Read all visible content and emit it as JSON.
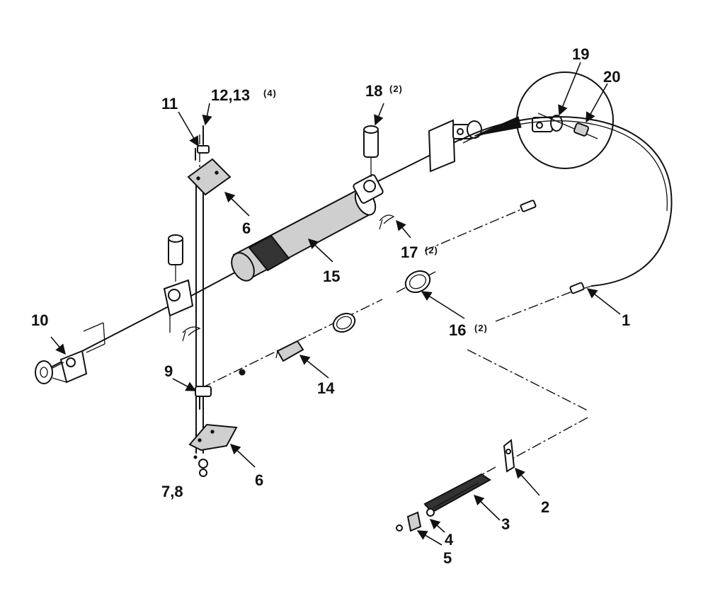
{
  "callouts": {
    "c1": "1",
    "c2": "2",
    "c3": "3",
    "c4": "4",
    "c5": "5",
    "c6a": "6",
    "c6b": "6",
    "c7_8": "7,8",
    "c9": "9",
    "c10": "10",
    "c11": "11",
    "c12_13": "12,13",
    "c12_13_qty": "(4)",
    "c14": "14",
    "c15": "15",
    "c16": "16",
    "c16_qty": "(2)",
    "c17": "17",
    "c17_qty": "(2)",
    "c18": "18",
    "c18_qty": "(2)",
    "c19": "19",
    "c20": "20"
  }
}
